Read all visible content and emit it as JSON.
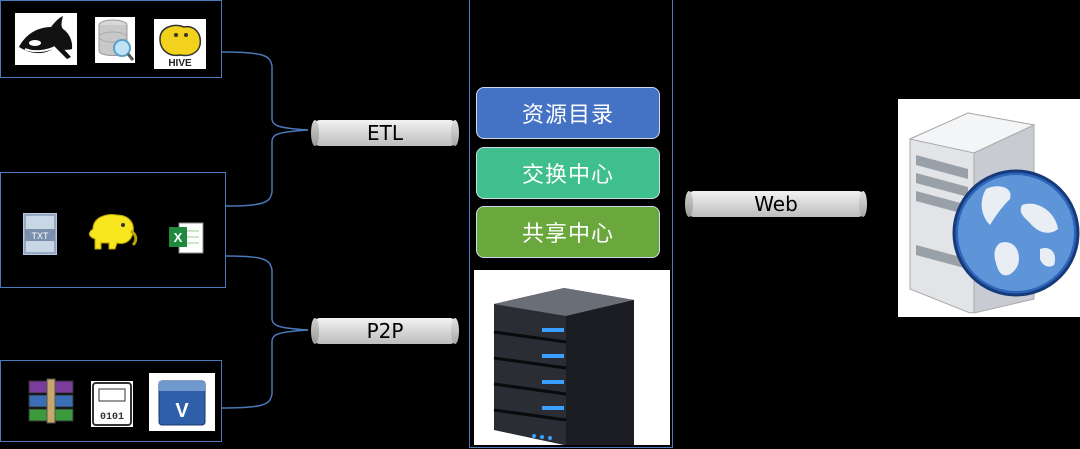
{
  "connectors": {
    "etl_label": "ETL",
    "p2p_label": "P2P",
    "web_label": "Web"
  },
  "services": [
    {
      "label": "资源目录",
      "color": "#4472c4"
    },
    {
      "label": "交换中心",
      "color": "#3fbf8c"
    },
    {
      "label": "共享中心",
      "color": "#6aa83e"
    }
  ],
  "sources": {
    "top": {
      "icons": [
        "oracle-orca-icon",
        "database-search-icon",
        "hive-icon"
      ]
    },
    "middle": {
      "icons": [
        "txt-file-icon",
        "hadoop-elephant-icon",
        "excel-file-icon"
      ],
      "txt_text": "TXT"
    },
    "bottom": {
      "icons": [
        "winrar-archive-icon",
        "binary-file-icon",
        "video-file-icon"
      ],
      "video_text": "V",
      "binary_text": "0101"
    }
  },
  "hive_text": "HIVE"
}
